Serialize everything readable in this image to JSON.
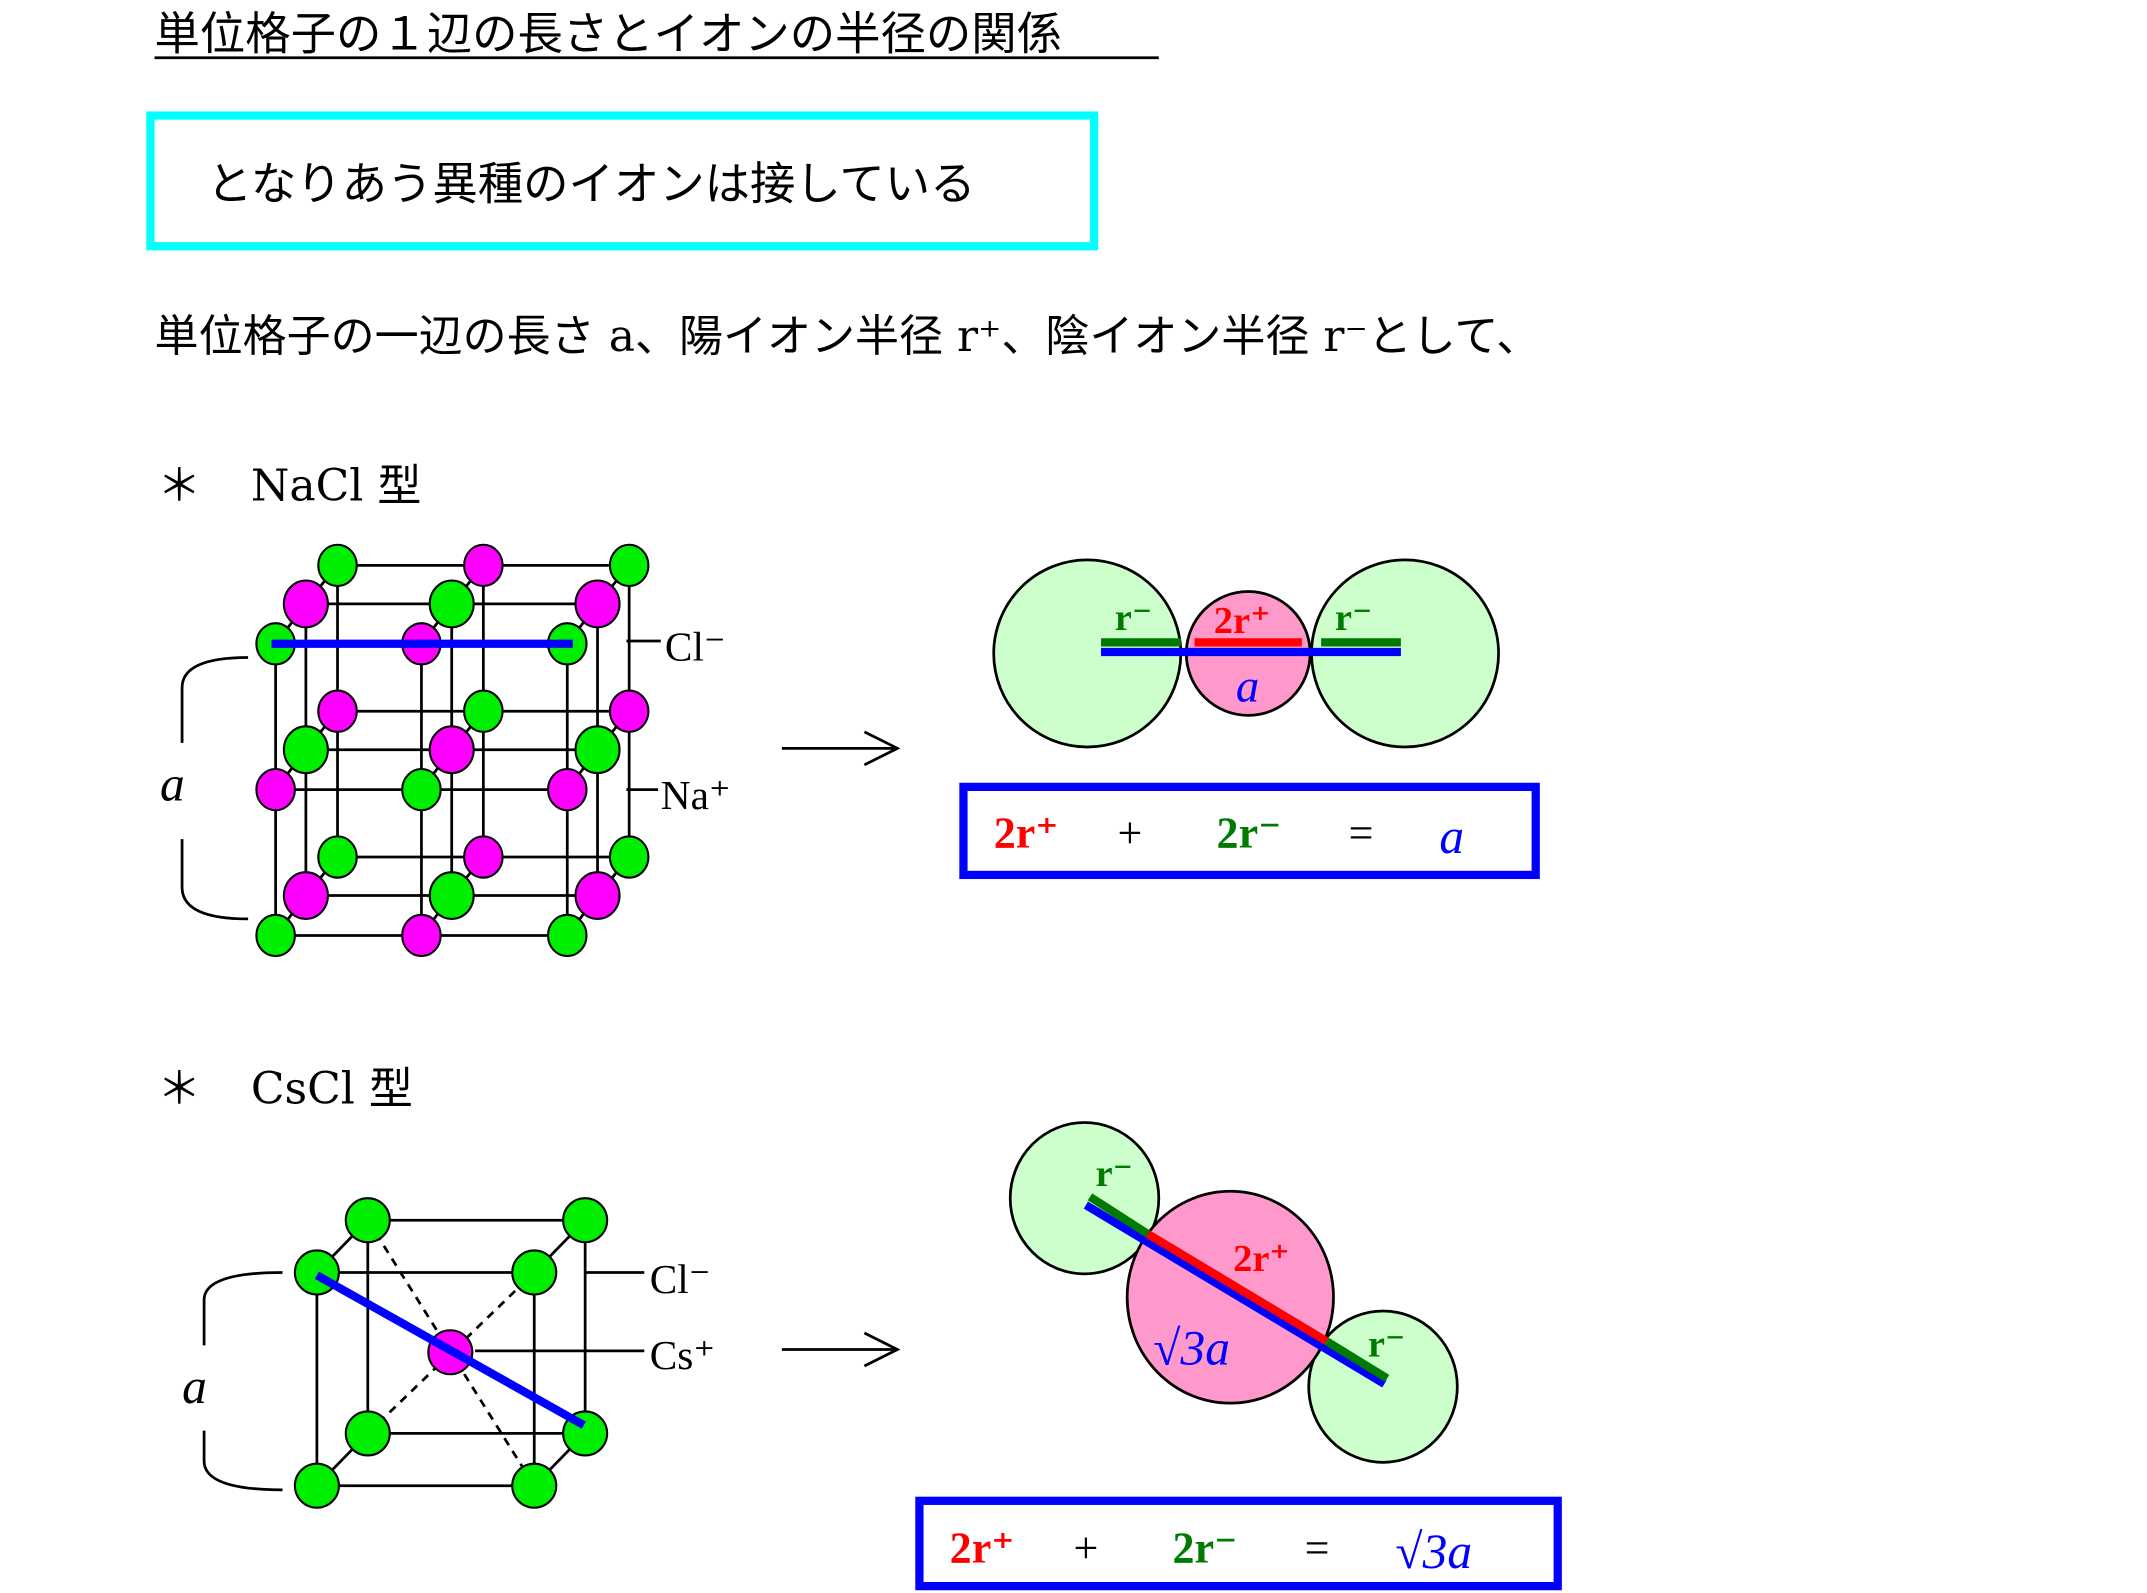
{
  "title": "単位格子の１辺の長さとイオンの半径の関係",
  "key_point": "となりあう異種のイオンは接している",
  "intro": "単位格子の一辺の長さ a、陽イオン半径 r⁺、陰イオン半径 r⁻として、",
  "colors": {
    "cation": "#ff00ff",
    "anion": "#00ee00",
    "red": "#ff0000",
    "green": "#007a00",
    "blue": "#0000ff",
    "cyan": "#00ffff"
  },
  "nacl": {
    "heading_mark": "＊",
    "heading": "NaCl 型",
    "label_a": "a",
    "anion_label": "Cl⁻",
    "cation_label": "Na⁺",
    "diagram": {
      "r_minus_left": "r⁻",
      "two_r_plus": "2r⁺",
      "r_minus_right": "r⁻",
      "length": "a"
    },
    "equation": {
      "term1": "2r⁺",
      "plus": "+",
      "term2": "2r⁻",
      "equals": "=",
      "rhs": "a"
    }
  },
  "cscl": {
    "heading_mark": "＊",
    "heading": "CsCl 型",
    "label_a": "a",
    "anion_label": "Cl⁻",
    "cation_label": "Cs⁺",
    "diagram": {
      "r_minus_left": "r⁻",
      "two_r_plus": "2r⁺",
      "r_minus_right": "r⁻",
      "length": "√3a"
    },
    "equation": {
      "term1": "2r⁺",
      "plus": "+",
      "term2": "2r⁻",
      "equals": "=",
      "rhs": "√3a"
    }
  }
}
